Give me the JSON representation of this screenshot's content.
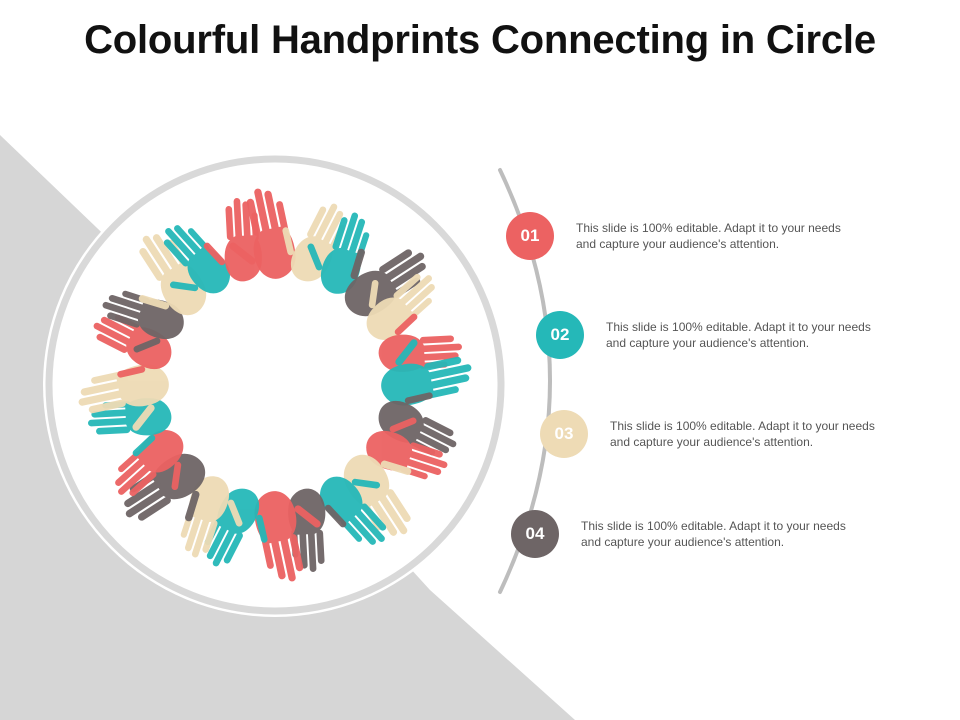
{
  "title": "Colourful Handprints Connecting in Circle",
  "colors": {
    "red": "#EC6262",
    "teal": "#25B8B8",
    "beige": "#EEDBB5",
    "gray": "#6E6566",
    "ring": "#D9D9D9",
    "background_shape": "#D6D6D6"
  },
  "hand_colors": [
    "red",
    "beige",
    "teal",
    "gray",
    "beige",
    "red",
    "teal",
    "gray",
    "red",
    "beige",
    "teal",
    "gray",
    "red",
    "teal",
    "beige",
    "gray",
    "red",
    "teal",
    "beige",
    "red",
    "gray",
    "beige",
    "teal",
    "red"
  ],
  "steps": [
    {
      "number": "01",
      "color": "#EC6262",
      "line1": "This slide is 100% editable. Adapt it to your needs",
      "line2": "and capture your audience's attention."
    },
    {
      "number": "02",
      "color": "#25B8B8",
      "line1": "This slide is 100% editable. Adapt it to your needs",
      "line2": "and capture your audience's attention."
    },
    {
      "number": "03",
      "color": "#EEDBB5",
      "line1": "This slide is 100% editable. Adapt it to your needs",
      "line2": "and capture your audience's attention."
    },
    {
      "number": "04",
      "color": "#6E6566",
      "line1": "This slide is 100% editable. Adapt it to your needs",
      "line2": "and capture your audience's attention."
    }
  ]
}
